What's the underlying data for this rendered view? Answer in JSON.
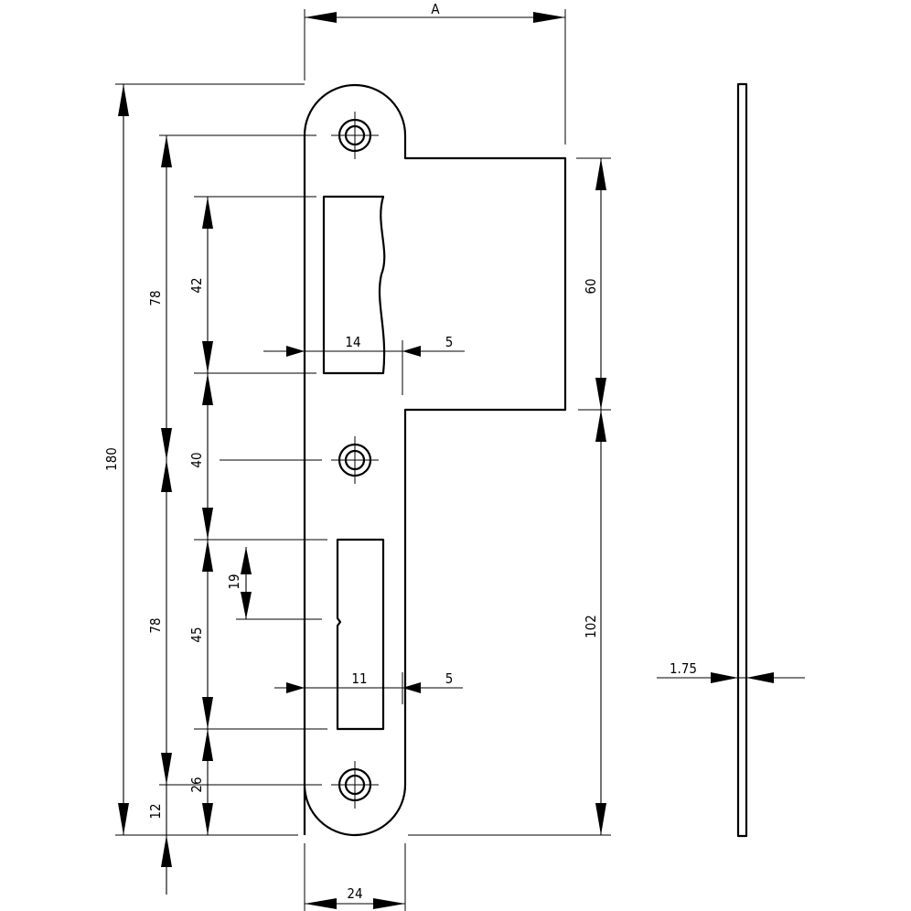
{
  "dimensions": {
    "width_a": "A",
    "bottom_width": "24",
    "total_height": "180",
    "upper_spacing": "78",
    "lower_spacing": "78",
    "bottom_offset": "12",
    "upper_slot_height": "42",
    "middle_gap": "40",
    "lower_slot_height": "45",
    "notch_height": "19",
    "screw_offset": "26",
    "upper_slot_width": "14",
    "upper_slot_margin": "5",
    "lower_slot_width": "11",
    "lower_slot_margin": "5",
    "flange_height": "60",
    "lower_height": "102",
    "thickness": "1.75"
  }
}
